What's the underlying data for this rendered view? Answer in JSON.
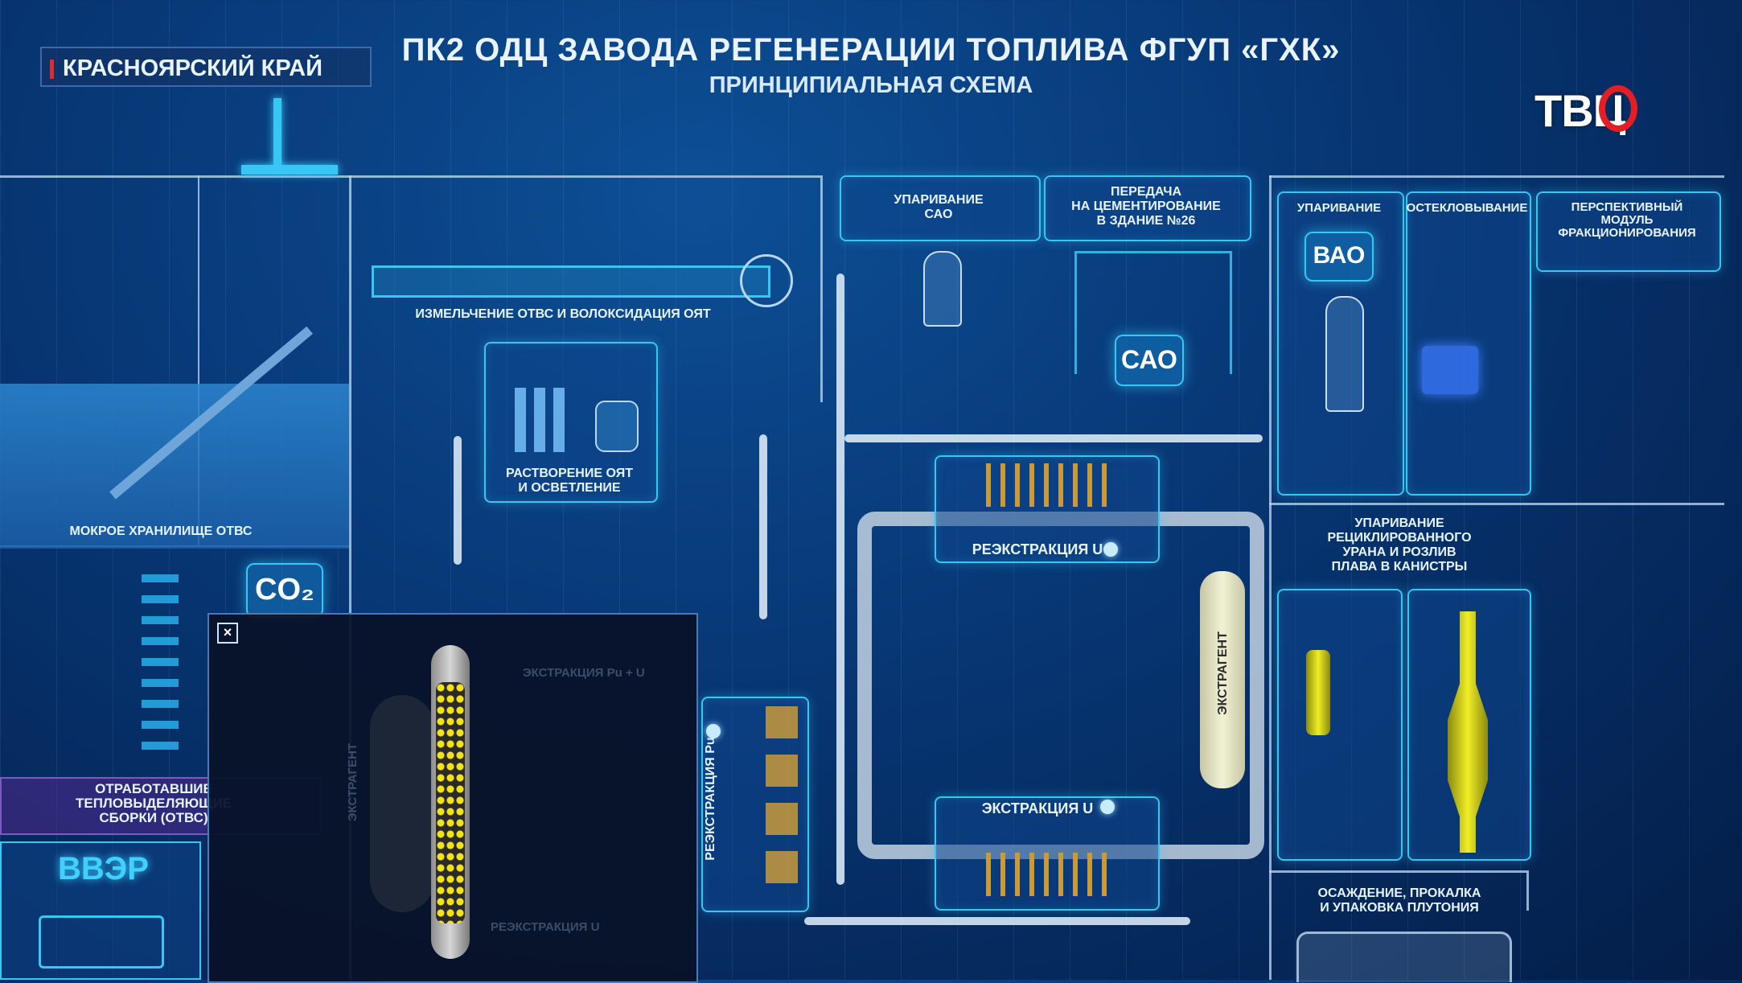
{
  "header": {
    "title": "ПК2 ОДЦ ЗАВОДА РЕГЕНЕРАЦИИ ТОПЛИВА ФГУП «ГХК»",
    "subtitle": "ПРИНЦИПИАЛЬНАЯ СХЕМА",
    "region": "КРАСНОЯРСКИЙ КРАЙ",
    "channel_logo": "ТВЦ"
  },
  "diagram": {
    "wet_storage": "МОКРОЕ ХРАНИЛИЩЕ ОТВС",
    "co2": "CO₂",
    "spent_assemblies": [
      "ОТРАБОТАВШИЕ",
      "ТЕПЛОВЫДЕЛЯЮЩИЕ",
      "СБОРКИ (ОТВС)"
    ],
    "reactor": "ВВЭР",
    "shredding": "ИЗМЕЛЬЧЕНИЕ ОТВС И ВОЛОКСИДАЦИЯ ОЯТ",
    "dissolution": [
      "РАСТВОРЕНИЕ ОЯТ",
      "И ОСВЕТЛЕНИЕ"
    ],
    "evap_sao": [
      "УПАРИВАНИЕ",
      "САО"
    ],
    "transfer": [
      "ПЕРЕДАЧА",
      "НА ЦЕМЕНТИРОВАНИЕ",
      "В ЗДАНИЕ №26"
    ],
    "sao_tag": "САО",
    "evap_vao": "УПАРИВАНИЕ",
    "vao_tag": "ВАО",
    "vitrification": "ОСТЕКЛОВЫВАНИЕ",
    "fractionation": [
      "ПЕРСПЕКТИВНЫЙ",
      "МОДУЛЬ",
      "ФРАКЦИОНИРОВАНИЯ"
    ],
    "reextraction_u": "РЕЭКСТРАКЦИЯ U",
    "extraction_u": "ЭКСТРАКЦИЯ U",
    "extractant": "ЭКСТРАГЕНТ",
    "reextraction_pu": "РЕЭКСТРАКЦИЯ Pu",
    "uranium": [
      "УПАРИВАНИЕ",
      "РЕЦИКЛИРОВАННОГО",
      "УРАНА И РОЗЛИВ",
      "ПЛАВА В КАНИСТРЫ"
    ],
    "plutonium": [
      "ОСАЖДЕНИЕ, ПРОКАЛКА",
      "И УПАКОВКА ПЛУТОНИЯ"
    ]
  },
  "popup": {
    "close": "×",
    "ghost_extraction": "ЭКСТРАКЦИЯ Pu + U",
    "ghost_extractant": "ЭКСТРАГЕНТ",
    "ghost_reextraction": "РЕЭКСТРАКЦИЯ U"
  },
  "colors": {
    "accent": "#38c6f2",
    "brand_red": "#e31e24",
    "uranium_yellow": "#f0ee25"
  }
}
